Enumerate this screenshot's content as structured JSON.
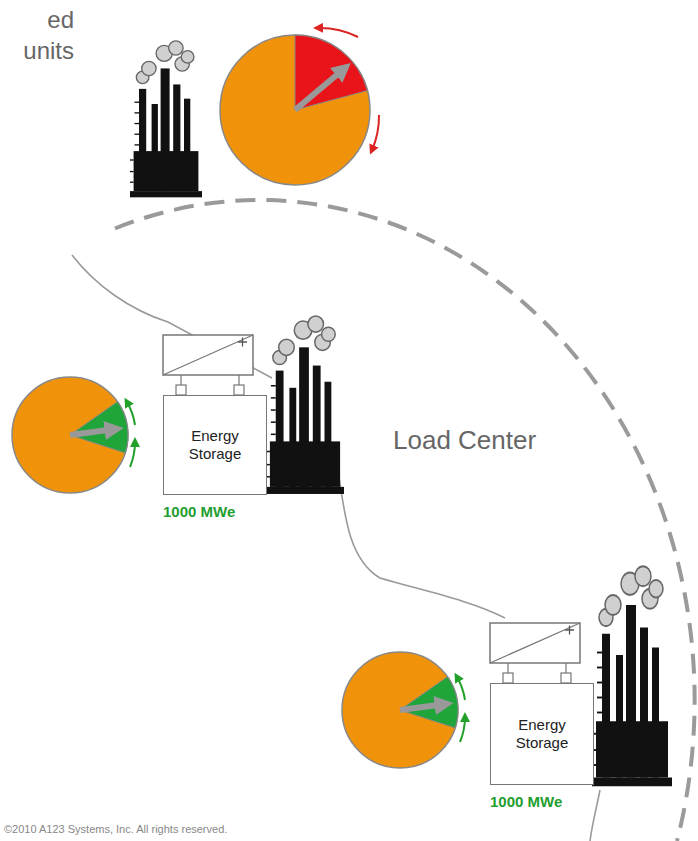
{
  "diagram": {
    "nodes": [
      {
        "text": [
          "Energy Storage"
        ]
      },
      {
        "text": [
          "Energy Storage"
        ]
      }
    ],
    "labels": [
      "ed units",
      "1000 MWe",
      "Load Center",
      "1000 MWe",
      "©2010 A123 Systems, Inc. All rights reserved."
    ]
  }
}
